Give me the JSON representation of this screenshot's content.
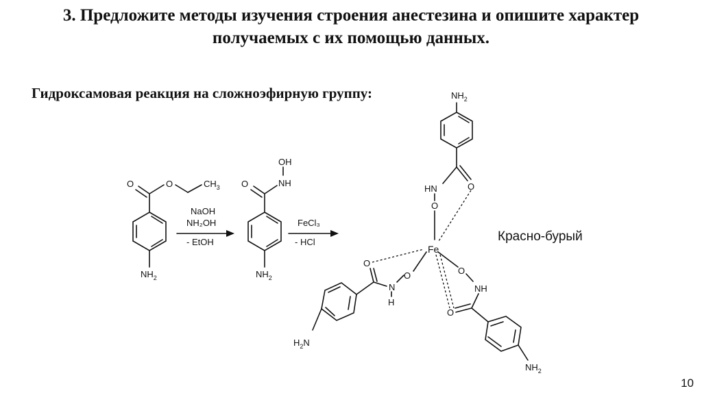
{
  "slide": {
    "title_line1": "3. Предложите методы изучения строения анестезина и опишите характер",
    "title_line2": "получаемых с их помощью данных.",
    "subtitle": "Гидроксамовая реакция на сложноэфирную группу:",
    "product_color_note": "Красно-бурый",
    "page_number": "10"
  },
  "scheme": {
    "reagents_step1": [
      "NaOH",
      "NH₂OH",
      "- EtOH"
    ],
    "reagents_step2": [
      "FeCl₃",
      "- HCl"
    ],
    "atoms": {
      "O": "O",
      "CH3": "CH",
      "three": "3",
      "OH": "OH",
      "NH": "NH",
      "HN": "HN",
      "N": "N",
      "H": "H",
      "NH2": "NH",
      "H2N": "H",
      "two": "2",
      "Fe": "Fe"
    }
  }
}
